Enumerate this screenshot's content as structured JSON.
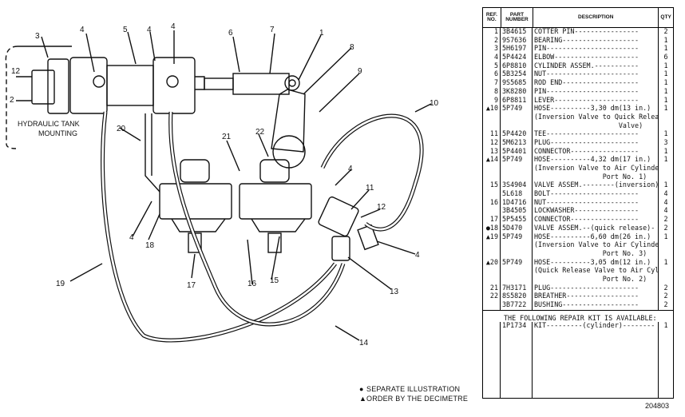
{
  "diagram": {
    "callouts": [
      "1",
      "2",
      "3",
      "4",
      "4",
      "4",
      "4",
      "4",
      "5",
      "6",
      "7",
      "8",
      "9",
      "10",
      "11",
      "12",
      "12",
      "13",
      "14",
      "15",
      "16",
      "17",
      "18",
      "19",
      "20",
      "21",
      "22"
    ],
    "mount_label_1": "HYDRAULIC TANK",
    "mount_label_2": "MOUNTING"
  },
  "legend": [
    {
      "symbol": "●",
      "text": "SEPARATE ILLUSTRATION"
    },
    {
      "symbol": "▲",
      "text": "ORDER BY THE DECIMETRE"
    }
  ],
  "table": {
    "headers": {
      "ref": "REF. NO.",
      "part": "PART NUMBER",
      "desc": "DESCRIPTION",
      "qty": "QTY"
    },
    "rows": [
      {
        "mark": "",
        "ref": "1",
        "part": "3B4615",
        "desc": "COTTER PIN----------------",
        "qty": "2"
      },
      {
        "mark": "",
        "ref": "2",
        "part": "9S7636",
        "desc": "BEARING-------------------",
        "qty": "1"
      },
      {
        "mark": "",
        "ref": "3",
        "part": "5H6197",
        "desc": "PIN-----------------------",
        "qty": "1"
      },
      {
        "mark": "",
        "ref": "4",
        "part": "5P4424",
        "desc": "ELBOW---------------------",
        "qty": "6"
      },
      {
        "mark": "",
        "ref": "5",
        "part": "6P8810",
        "desc": "CYLINDER ASSEM.-----------",
        "qty": "1"
      },
      {
        "mark": "",
        "ref": "6",
        "part": "5B3254",
        "desc": "NUT-----------------------",
        "qty": "1"
      },
      {
        "mark": "",
        "ref": "7",
        "part": "9S5685",
        "desc": "ROD END-------------------",
        "qty": "1"
      },
      {
        "mark": "",
        "ref": "8",
        "part": "3K8280",
        "desc": "PIN-----------------------",
        "qty": "1"
      },
      {
        "mark": "",
        "ref": "9",
        "part": "6P8811",
        "desc": "LEVER---------------------",
        "qty": "1"
      },
      {
        "mark": "▲",
        "ref": "10",
        "part": "5P749",
        "desc": "HOSE----------3,30 dm(13 in.)",
        "qty": "1"
      },
      {
        "mark": "",
        "ref": "",
        "part": "",
        "desc": "(Inversion Valve to Quick Release",
        "qty": ""
      },
      {
        "mark": "",
        "ref": "",
        "part": "",
        "desc": "                     Valve)",
        "qty": ""
      },
      {
        "mark": "",
        "ref": "11",
        "part": "5P4420",
        "desc": "TEE-----------------------",
        "qty": "1"
      },
      {
        "mark": "",
        "ref": "12",
        "part": "5M6213",
        "desc": "PLUG----------------------",
        "qty": "3"
      },
      {
        "mark": "",
        "ref": "13",
        "part": "5P4401",
        "desc": "CONNECTOR-----------------",
        "qty": "1"
      },
      {
        "mark": "▲",
        "ref": "14",
        "part": "5P749",
        "desc": "HOSE----------4,32 dm(17 in.)",
        "qty": "1"
      },
      {
        "mark": "",
        "ref": "",
        "part": "",
        "desc": "(Inversion Valve to Air Cylinder",
        "qty": ""
      },
      {
        "mark": "",
        "ref": "",
        "part": "",
        "desc": "                 Port No. 1)",
        "qty": ""
      },
      {
        "mark": "",
        "ref": "15",
        "part": "3S4904",
        "desc": "VALVE ASSEM.--------(inversion)",
        "qty": "1"
      },
      {
        "mark": "",
        "ref": "",
        "part": "5L618",
        "desc": "BOLT----------------------",
        "qty": "4"
      },
      {
        "mark": "",
        "ref": "16",
        "part": "1D4716",
        "desc": "NUT-----------------------",
        "qty": "4"
      },
      {
        "mark": "",
        "ref": "",
        "part": "3B4505",
        "desc": "LOCKWASHER----------------",
        "qty": "4"
      },
      {
        "mark": "",
        "ref": "17",
        "part": "5P5455",
        "desc": "CONNECTOR-----------------",
        "qty": "2"
      },
      {
        "mark": "●",
        "ref": "18",
        "part": "5D470",
        "desc": "VALVE ASSEM.--(quick release)-",
        "qty": "2"
      },
      {
        "mark": "▲",
        "ref": "19",
        "part": "5P749",
        "desc": "HOSE----------6,60 dm(26 in.)",
        "qty": "1"
      },
      {
        "mark": "",
        "ref": "",
        "part": "",
        "desc": "(Inversion Valve to Air Cylinder",
        "qty": ""
      },
      {
        "mark": "",
        "ref": "",
        "part": "",
        "desc": "                 Port No. 3)",
        "qty": ""
      },
      {
        "mark": "▲",
        "ref": "20",
        "part": "5P749",
        "desc": "HOSE----------3,05 dm(12 in.)",
        "qty": "1"
      },
      {
        "mark": "",
        "ref": "",
        "part": "",
        "desc": "(Quick Release Valve to Air Cylinder",
        "qty": ""
      },
      {
        "mark": "",
        "ref": "",
        "part": "",
        "desc": "                 Port No. 2)",
        "qty": ""
      },
      {
        "mark": "",
        "ref": "21",
        "part": "7H3171",
        "desc": "PLUG----------------------",
        "qty": "2"
      },
      {
        "mark": "",
        "ref": "22",
        "part": "8S5820",
        "desc": "BREATHER------------------",
        "qty": "2"
      },
      {
        "mark": "",
        "ref": "",
        "part": "3B7722",
        "desc": "BUSHING-------------------",
        "qty": "2"
      }
    ],
    "kit_note": "THE FOLLOWING REPAIR KIT IS AVAILABLE:",
    "kit_row": {
      "ref": "",
      "part": "1P1734",
      "desc": "KIT---------(cylinder)--------",
      "qty": "1"
    }
  },
  "drawing_number": "204803"
}
